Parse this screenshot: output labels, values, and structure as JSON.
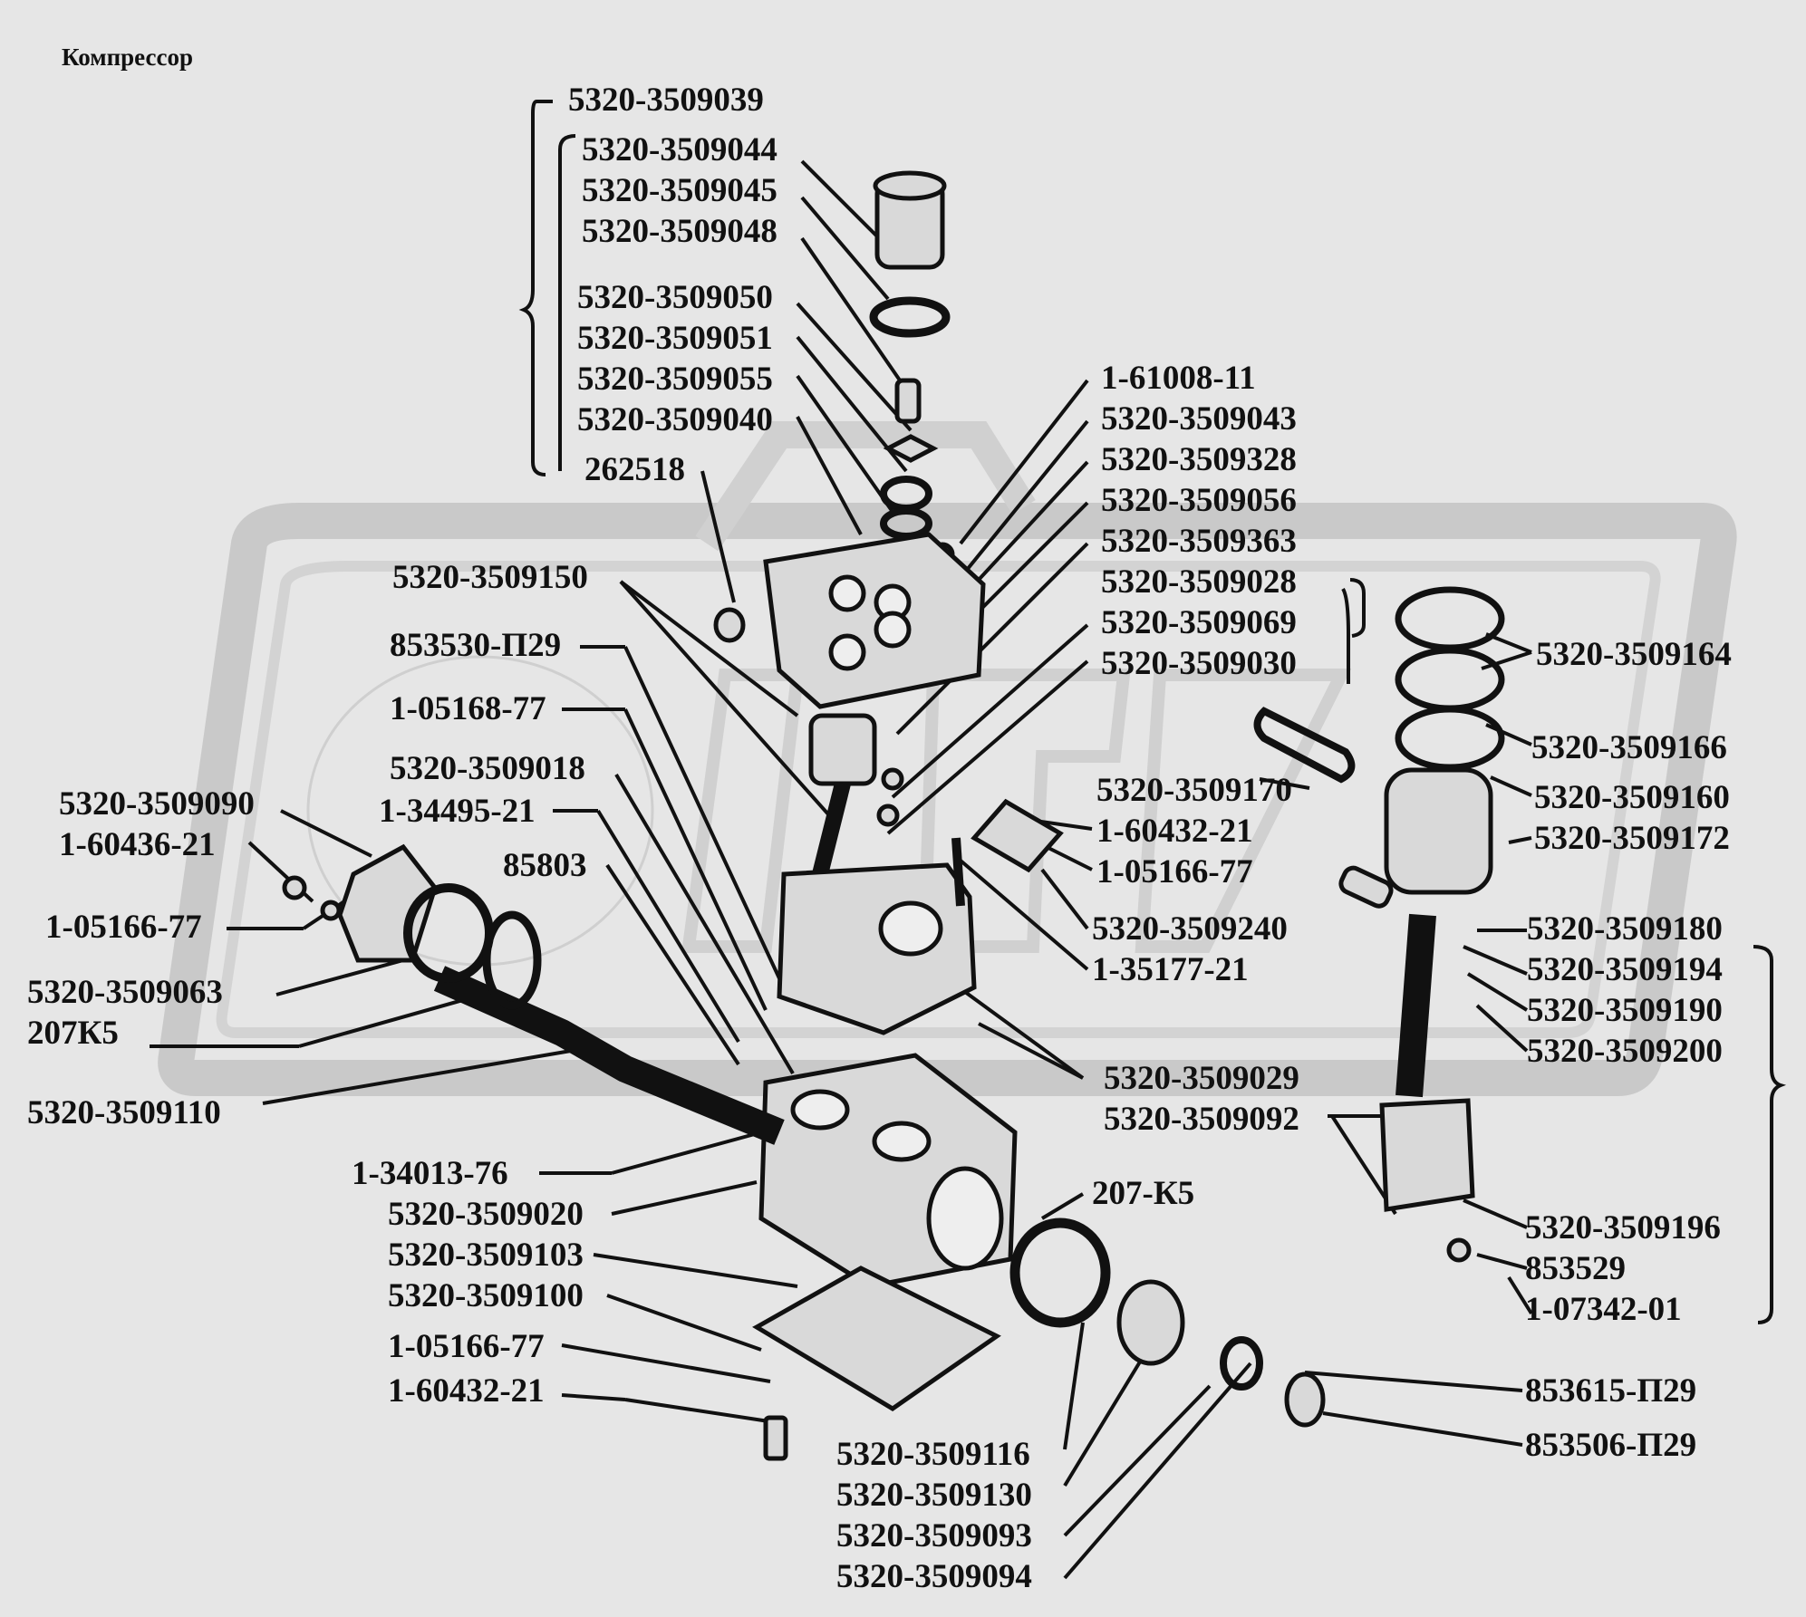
{
  "title": "Компрессор",
  "labels": [
    {
      "id": "l1",
      "text": "5320-3509039"
    },
    {
      "id": "l2",
      "text": "5320-3509044"
    },
    {
      "id": "l3",
      "text": "5320-3509045"
    },
    {
      "id": "l4",
      "text": "5320-3509048"
    },
    {
      "id": "l5",
      "text": "5320-3509050"
    },
    {
      "id": "l6",
      "text": "5320-3509051"
    },
    {
      "id": "l7",
      "text": "5320-3509055"
    },
    {
      "id": "l8",
      "text": "5320-3509040"
    },
    {
      "id": "l9",
      "text": "262518"
    },
    {
      "id": "l10",
      "text": "1-61008-11"
    },
    {
      "id": "l11",
      "text": "5320-3509043"
    },
    {
      "id": "l12",
      "text": "5320-3509328"
    },
    {
      "id": "l13",
      "text": "5320-3509056"
    },
    {
      "id": "l14",
      "text": "5320-3509363"
    },
    {
      "id": "l15",
      "text": "5320-3509028"
    },
    {
      "id": "l16",
      "text": "5320-3509069"
    },
    {
      "id": "l17",
      "text": "5320-3509030"
    },
    {
      "id": "l18",
      "text": "5320-3509150"
    },
    {
      "id": "l19",
      "text": "853530-П29"
    },
    {
      "id": "l20",
      "text": "1-05168-77"
    },
    {
      "id": "l21",
      "text": "5320-3509018"
    },
    {
      "id": "l22",
      "text": "1-34495-21"
    },
    {
      "id": "l23",
      "text": "85803"
    },
    {
      "id": "l24",
      "text": "5320-3509090"
    },
    {
      "id": "l25",
      "text": "1-60436-21"
    },
    {
      "id": "l26",
      "text": "1-05166-77"
    },
    {
      "id": "l27",
      "text": "5320-3509063"
    },
    {
      "id": "l28",
      "text": "207К5"
    },
    {
      "id": "l29",
      "text": "5320-3509110"
    },
    {
      "id": "l30",
      "text": "5320-3509164"
    },
    {
      "id": "l31",
      "text": "5320-3509166"
    },
    {
      "id": "l32",
      "text": "5320-3509160"
    },
    {
      "id": "l33",
      "text": "5320-3509172"
    },
    {
      "id": "l34",
      "text": "5320-3509170"
    },
    {
      "id": "l35",
      "text": "1-60432-21"
    },
    {
      "id": "l36",
      "text": "1-05166-77"
    },
    {
      "id": "l37",
      "text": "5320-3509240"
    },
    {
      "id": "l38",
      "text": "1-35177-21"
    },
    {
      "id": "l39",
      "text": "5320-3509180"
    },
    {
      "id": "l40",
      "text": "5320-3509194"
    },
    {
      "id": "l41",
      "text": "5320-3509190"
    },
    {
      "id": "l42",
      "text": "5320-3509200"
    },
    {
      "id": "l43",
      "text": "5320-3509029"
    },
    {
      "id": "l44",
      "text": "5320-3509092"
    },
    {
      "id": "l45",
      "text": "5320-3509196"
    },
    {
      "id": "l46",
      "text": "853529"
    },
    {
      "id": "l47",
      "text": "1-07342-01"
    },
    {
      "id": "l48",
      "text": "1-34013-76"
    },
    {
      "id": "l49",
      "text": "5320-3509020"
    },
    {
      "id": "l50",
      "text": "207-К5"
    },
    {
      "id": "l51",
      "text": "5320-3509103"
    },
    {
      "id": "l52",
      "text": "5320-3509100"
    },
    {
      "id": "l53",
      "text": "1-05166-77"
    },
    {
      "id": "l54",
      "text": "1-60432-21"
    },
    {
      "id": "l55",
      "text": "853615-П29"
    },
    {
      "id": "l56",
      "text": "853506-П29"
    },
    {
      "id": "l57",
      "text": "5320-3509116"
    },
    {
      "id": "l58",
      "text": "5320-3509130"
    },
    {
      "id": "l59",
      "text": "5320-3509093"
    },
    {
      "id": "l60",
      "text": "5320-3509094"
    }
  ]
}
